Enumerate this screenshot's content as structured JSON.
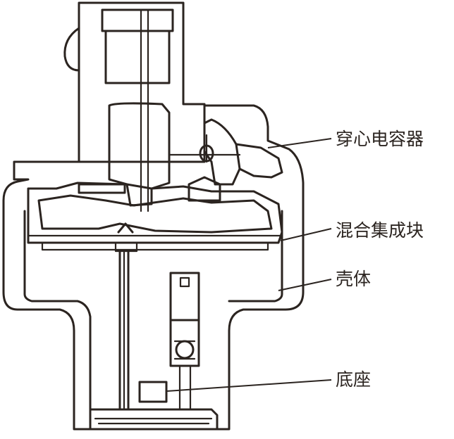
{
  "labels": {
    "feedthrough_capacitor": "穿心电容器",
    "hybrid_integrated_block": "混合集成块",
    "housing": "壳体",
    "base": "底座"
  },
  "colors": {
    "ink": "#2b2420",
    "background": "#ffffff"
  }
}
